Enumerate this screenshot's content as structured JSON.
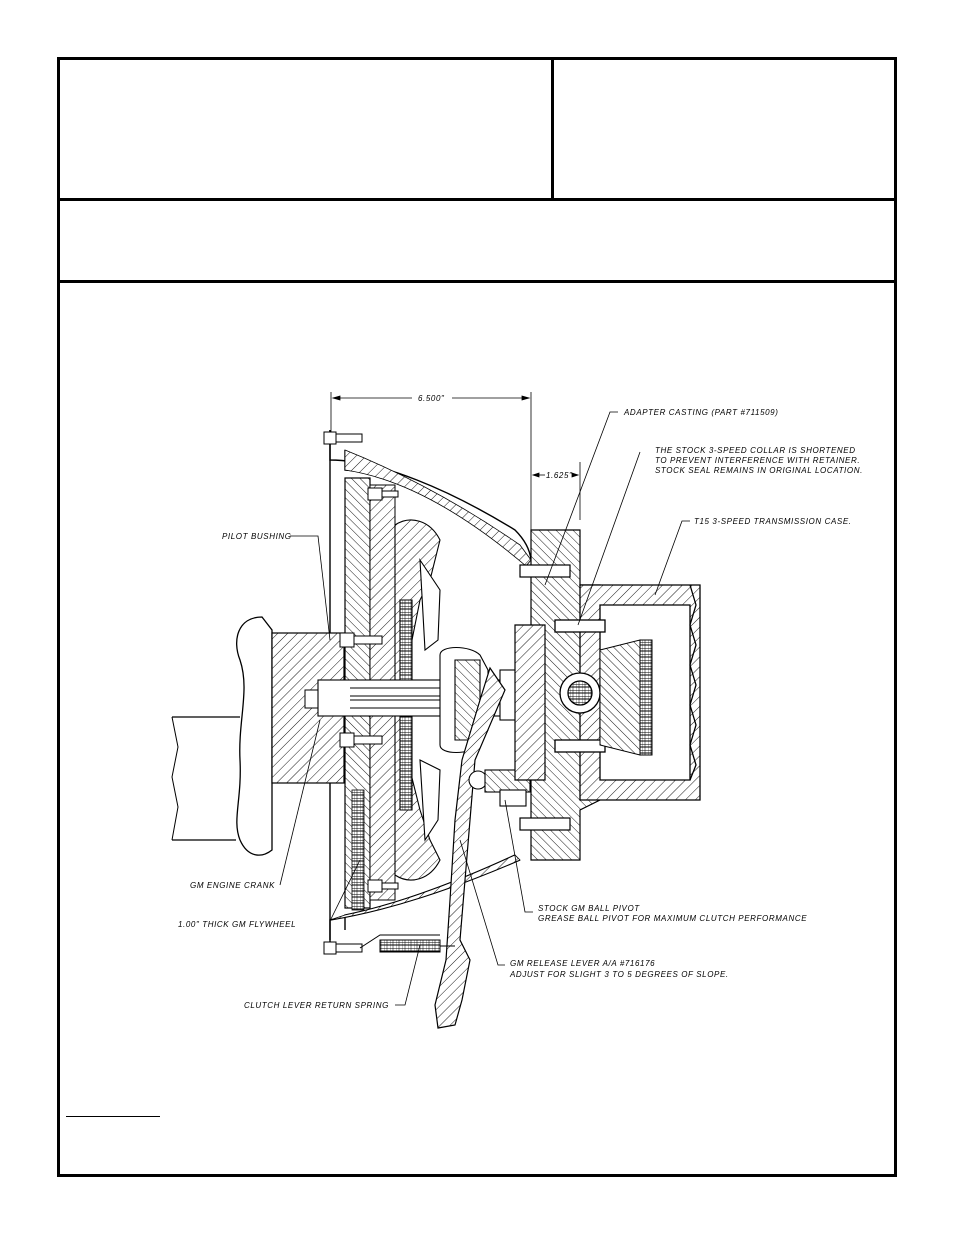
{
  "dimensions": {
    "overall": "6.500\"",
    "adapter_offset": "1.625\""
  },
  "callouts": {
    "adapter_casting": "ADAPTER CASTING (PART #711509)",
    "collar_note_1": "THE STOCK 3-SPEED COLLAR IS SHORTENED",
    "collar_note_2": "TO PREVENT INTERFERENCE WITH RETAINER.",
    "collar_note_3": "STOCK SEAL REMAINS IN ORIGINAL LOCATION.",
    "transmission_case": "T15 3-SPEED TRANSMISSION CASE.",
    "pilot_bushing": "PILOT BUSHING",
    "engine_crank": "GM ENGINE CRANK",
    "flywheel": "1.00\" THICK GM FLYWHEEL",
    "return_spring": "CLUTCH LEVER RETURN SPRING",
    "ball_pivot_1": "STOCK GM BALL PIVOT",
    "ball_pivot_2": "GREASE BALL PIVOT FOR MAXIMUM CLUTCH PERFORMANCE",
    "release_lever_1": "GM RELEASE LEVER A/A #716176",
    "release_lever_2": "ADJUST FOR SLIGHT 3 TO 5 DEGREES OF SLOPE."
  },
  "colors": {
    "ink": "#000000",
    "paper": "#ffffff"
  }
}
